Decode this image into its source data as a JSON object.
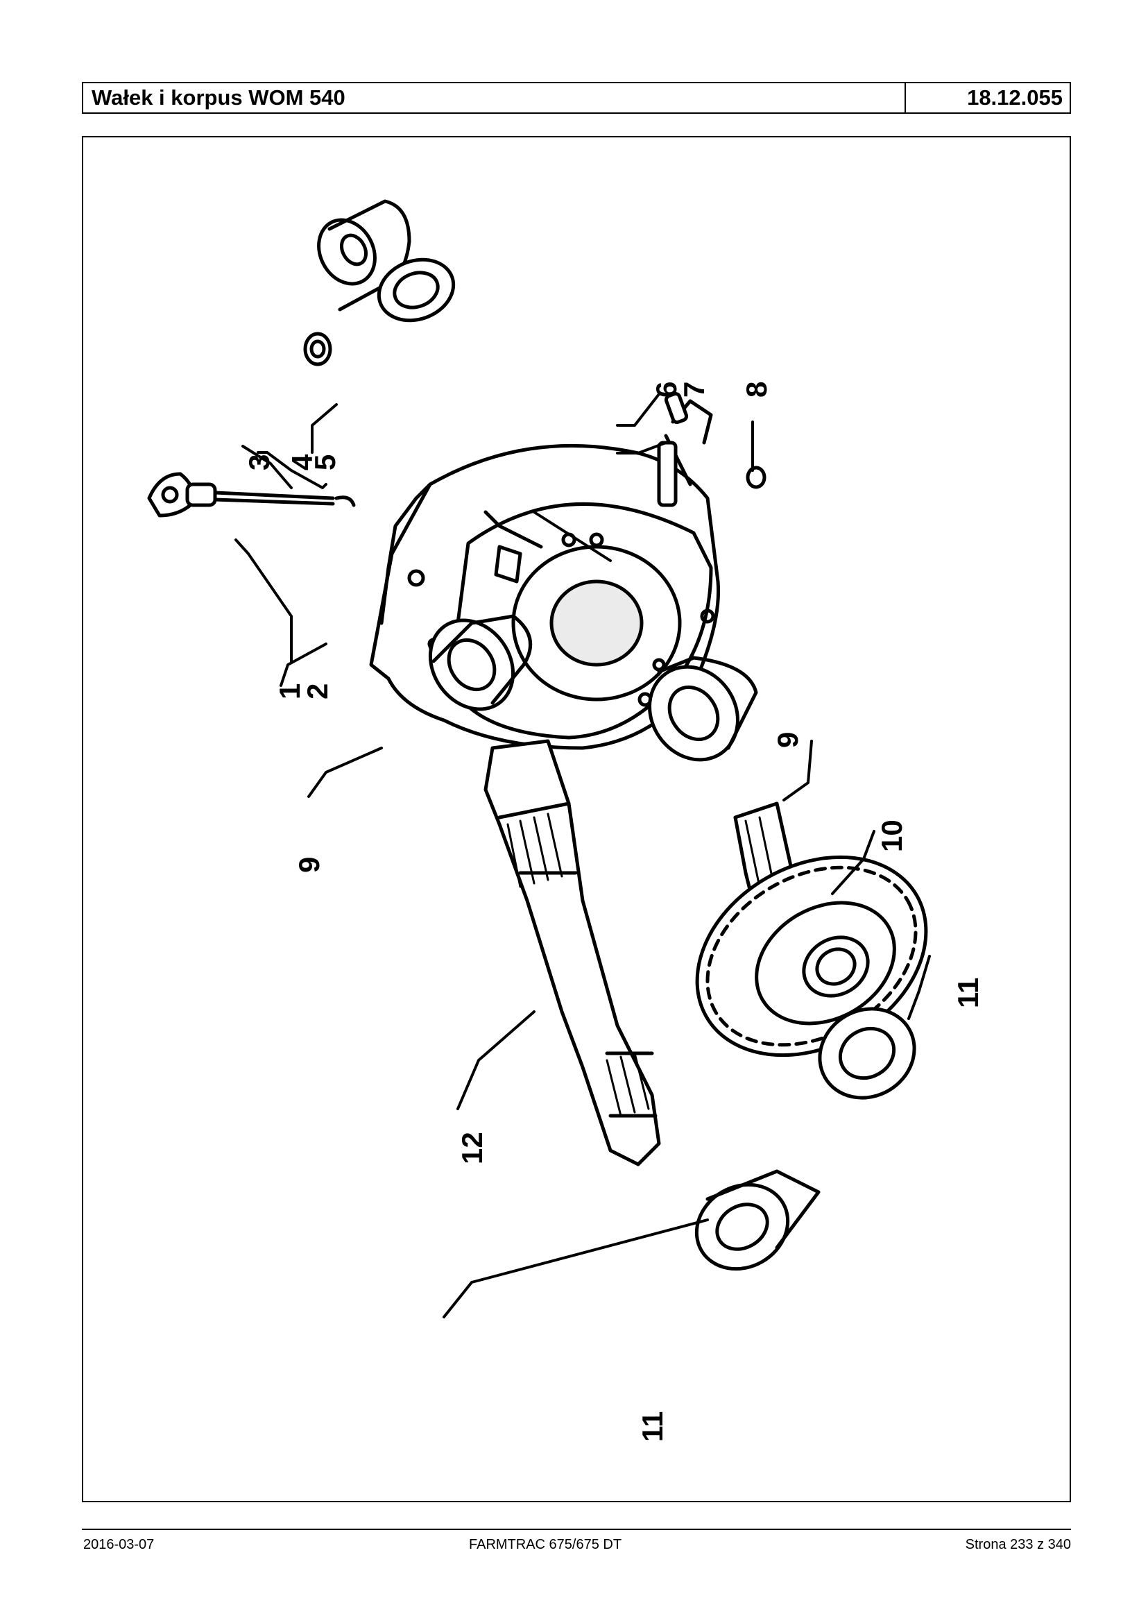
{
  "header": {
    "title": "Wałek i korpus WOM 540",
    "code": "18.12.055"
  },
  "diagram": {
    "callouts": [
      "1",
      "2",
      "3",
      "4",
      "5",
      "6",
      "7",
      "8",
      "9",
      "9",
      "10",
      "11",
      "11",
      "12"
    ]
  },
  "footer": {
    "date": "2016-03-07",
    "model": "FARMTRAC 675/675 DT",
    "page": "Strona 233 z 340"
  }
}
